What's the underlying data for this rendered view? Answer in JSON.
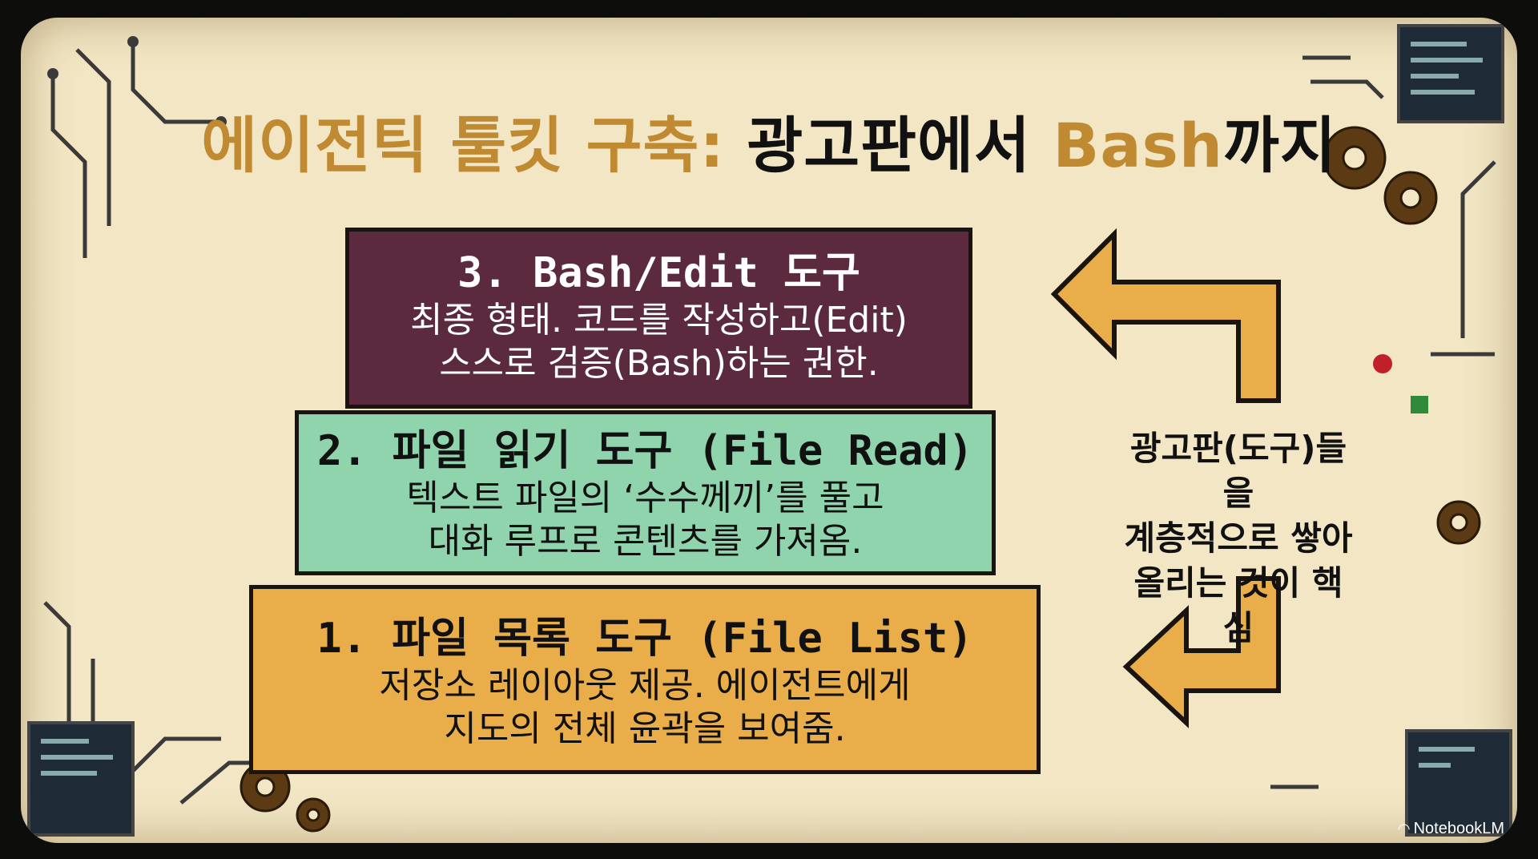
{
  "title": {
    "part1": "에이전틱 툴킷 구축:",
    "part2": "광고판에서",
    "part3": "Bash",
    "part4": "까지"
  },
  "blocks": [
    {
      "heading": "3. Bash/Edit 도구",
      "line1": "최종 형태. 코드를 작성하고(Edit)",
      "line2": "스스로 검증(Bash)하는 권한."
    },
    {
      "heading": "2. 파일 읽기 도구 (File Read)",
      "line1": "텍스트 파일의 ‘수수께끼’를 풀고",
      "line2": "대화 루프로 콘텐츠를 가져옴."
    },
    {
      "heading": "1. 파일 목록 도구 (File List)",
      "line1": "저장소 레이아웃 제공. 에이전트에게",
      "line2": "지도의 전체 윤곽을 보여줌."
    }
  ],
  "side_note": {
    "line1": "광고판(도구)들을",
    "line2": "계층적으로 쌓아",
    "line3": "올리는 것이 핵심"
  },
  "watermark": "NotebookLM",
  "colors": {
    "background": "#f2e6c4",
    "title_gold": "#c08a32",
    "block3": "#5b2a3e",
    "block2": "#8fd4ad",
    "block1": "#e9ad4a",
    "arrow": "#e9ad4a"
  },
  "icons": [
    "gear-icon",
    "circuit-trace",
    "arrow-up-left-icon",
    "arrow-left-icon",
    "terminal-window-icon",
    "led-icon"
  ]
}
